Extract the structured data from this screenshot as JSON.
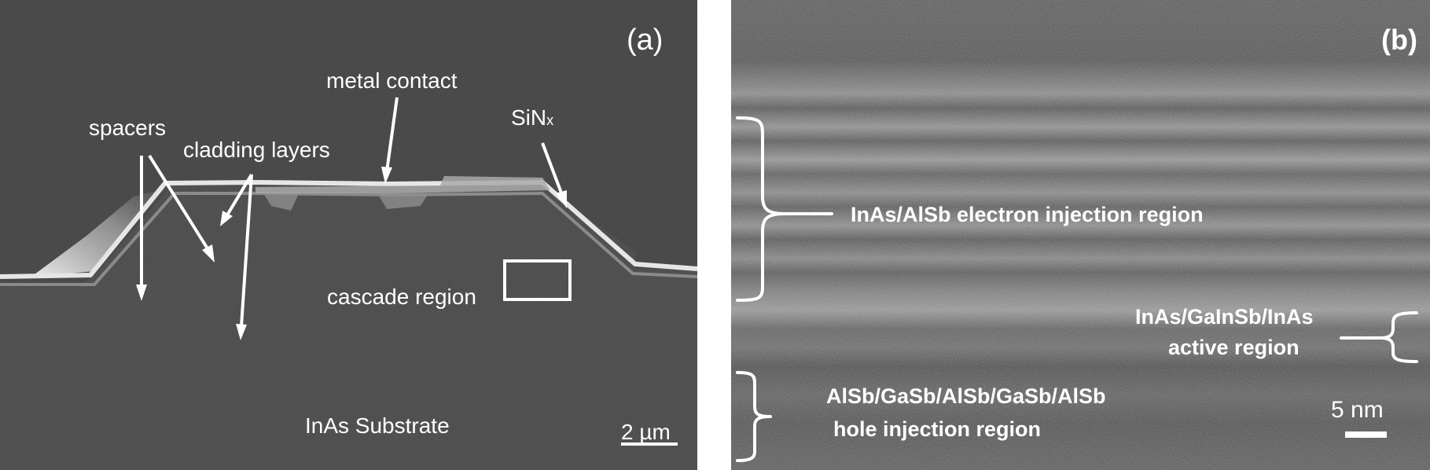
{
  "panel_a": {
    "panel_label": "(a)",
    "labels": {
      "metal_contact": "metal contact",
      "spacers": "spacers",
      "cladding_layers": "cladding layers",
      "sinx_main": "SiN",
      "sinx_sub": "x",
      "cascade_region": "cascade region",
      "substrate": "InAs Substrate"
    },
    "scale_bar": "2 µm"
  },
  "panel_b": {
    "panel_label": "(b)",
    "labels": {
      "electron_injection": "InAs/AlSb electron injection region",
      "active_line1": "InAs/GaInSb/InAs",
      "active_line2": "active region",
      "hole_line1": "AlSb/GaSb/AlSb/GaSb/AlSb",
      "hole_line2": "hole injection region"
    },
    "scale_bar": "5 nm"
  }
}
